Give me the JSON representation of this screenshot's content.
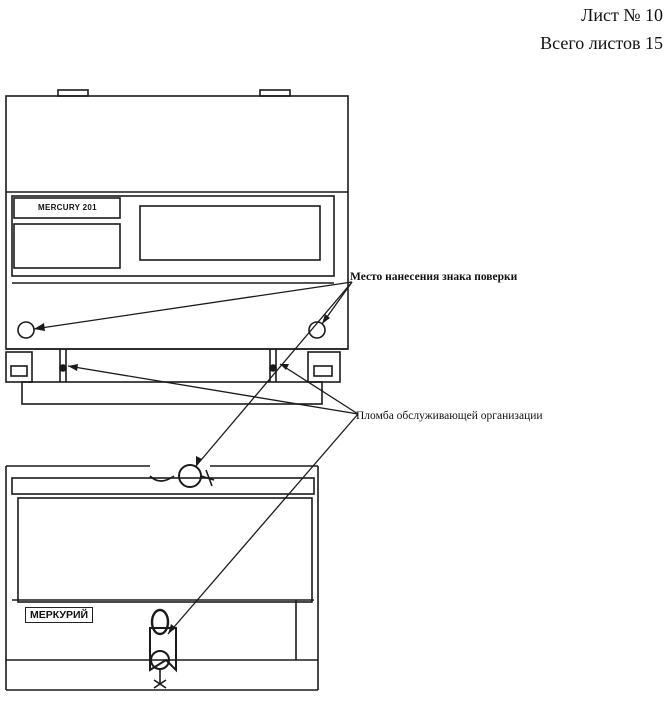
{
  "header": {
    "sheet_number": "Лист № 10",
    "sheets_total": "Всего листов 15"
  },
  "annotations": {
    "verification_mark_place": "Место нанесения знака поверки",
    "service_org_seal": "Пломба обслуживающей организации"
  },
  "meter_labels": {
    "top_view_brand": "MERCURY 201",
    "front_view_brand": "МЕРКУРИЙ"
  }
}
